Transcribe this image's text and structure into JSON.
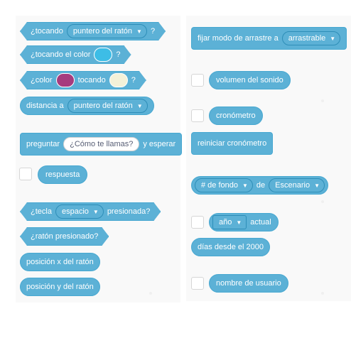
{
  "blocks": {
    "touching": {
      "prefix": "¿tocando",
      "menu": "puntero del ratón",
      "suffix": "?"
    },
    "touching_color": {
      "prefix": "¿tocando el color",
      "suffix": "?",
      "color": "#3dbde6"
    },
    "color_touching": {
      "prefix": "¿color",
      "middle": "tocando",
      "suffix": "?",
      "color1": "#a63c7e",
      "color2": "#f4f1d8"
    },
    "distance": {
      "prefix": "distancia a",
      "menu": "puntero del ratón"
    },
    "ask": {
      "prefix": "preguntar",
      "input": "¿Cómo te llamas?",
      "suffix": "y esperar"
    },
    "answer": {
      "label": "respuesta"
    },
    "key_pressed": {
      "prefix": "¿tecla",
      "menu": "espacio",
      "suffix": "presionada?"
    },
    "mouse_down": {
      "label": "¿ratón presionado?"
    },
    "mouse_x": {
      "label": "posición x del ratón"
    },
    "mouse_y": {
      "label": "posición y del ratón"
    },
    "drag_mode": {
      "prefix": "fijar modo de arrastre a",
      "menu": "arrastrable"
    },
    "loudness": {
      "label": "volumen del sonido"
    },
    "timer": {
      "label": "cronómetro"
    },
    "reset_timer": {
      "label": "reiniciar cronómetro"
    },
    "backdrop_of": {
      "menu1": "# de fondo",
      "middle": "de",
      "menu2": "Escenario"
    },
    "current": {
      "menu": "año",
      "suffix": "actual"
    },
    "days_since": {
      "label": "días desde el 2000"
    },
    "username": {
      "label": "nombre de usuario"
    }
  },
  "icons": {
    "caret": "▼"
  },
  "colors": {
    "block": "#5cb1d6",
    "block_border": "#47a8d1",
    "text": "#ffffff"
  }
}
